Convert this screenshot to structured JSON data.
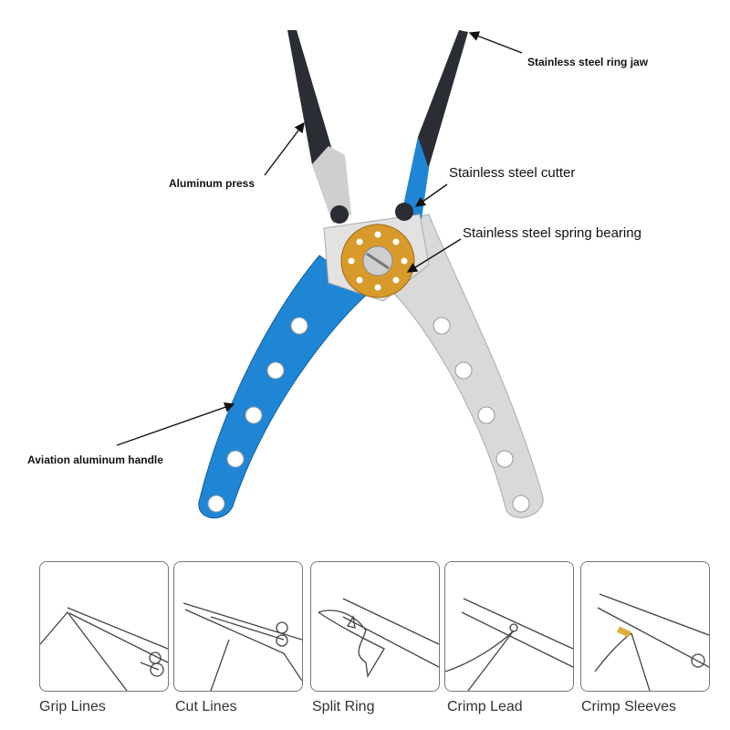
{
  "labels": {
    "ring_jaw": "Stainless steel ring jaw",
    "press": "Aluminum press",
    "cutter": "Stainless steel cutter",
    "bearing": "Stainless steel spring bearing",
    "handle": "Aviation aluminum handle"
  },
  "uses": [
    {
      "label": "Grip Lines"
    },
    {
      "label": "Cut Lines"
    },
    {
      "label": "Split Ring"
    },
    {
      "label": "Crimp Lead"
    },
    {
      "label": "Crimp Sleeves"
    }
  ],
  "colors": {
    "blue": "#1f86d6",
    "silver": "#dcdcdc",
    "jaw": "#2a2d33",
    "bearing": "#d79a2b"
  }
}
